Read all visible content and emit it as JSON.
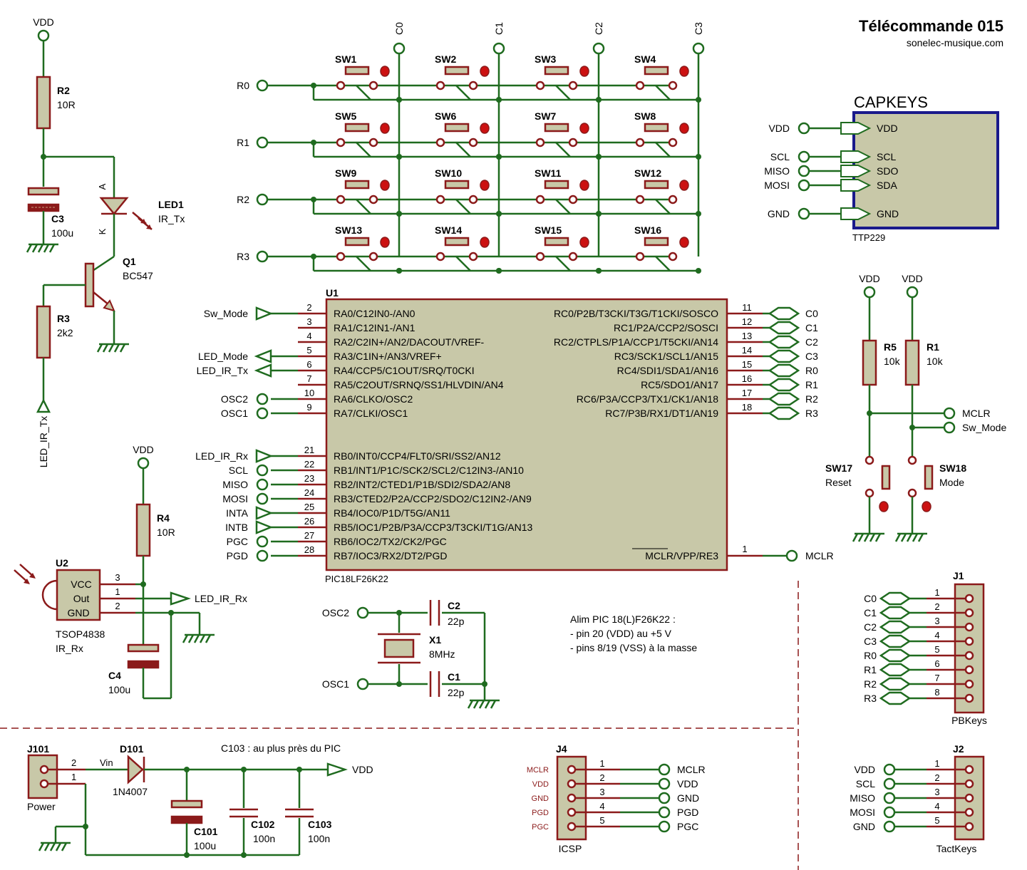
{
  "title": "Télécommande 015",
  "website": "sonelec-musique.com",
  "note_alim": {
    "line1": "Alim PIC 18(L)F26K22 :",
    "line2": "- pin 20 (VDD) au +5 V",
    "line3": "- pins 8/19 (VSS) à la masse"
  },
  "note_c103": "C103 : au plus près du PIC",
  "power": {
    "vdd": "VDD",
    "vin": "Vin",
    "j101": "J101",
    "j101_label": "Power",
    "pin2": "2",
    "pin1": "1",
    "d101": "D101",
    "d101_value": "1N4007",
    "c101": "C101",
    "c101_value": "100u",
    "c102": "C102",
    "c102_value": "100n",
    "c103": "C103",
    "c103_value": "100n"
  },
  "led_tx": {
    "vdd": "VDD",
    "r2": "R2",
    "r2_value": "10R",
    "c3": "C3",
    "c3_value": "100u",
    "led1": "LED1",
    "led1_value": "IR_Tx",
    "anode": "A",
    "cathode": "K",
    "q1": "Q1",
    "q1_value": "BC547",
    "r3": "R3",
    "r3_value": "2k2",
    "net": "LED_IR_Tx"
  },
  "rx": {
    "vdd": "VDD",
    "r4": "R4",
    "r4_value": "10R",
    "u2": "U2",
    "u2_value": "TSOP4838",
    "u2_label": "IR_Rx",
    "pin_vcc": "VCC",
    "pin_out": "Out",
    "pin_gnd": "GND",
    "n3": "3",
    "n1": "1",
    "n2": "2",
    "net": "LED_IR_Rx",
    "c4": "C4",
    "c4_value": "100u"
  },
  "keypad": {
    "columns": [
      "C0",
      "C1",
      "C2",
      "C3"
    ],
    "rows": [
      "R0",
      "R1",
      "R2",
      "R3"
    ],
    "switches": [
      "SW1",
      "SW2",
      "SW3",
      "SW4",
      "SW5",
      "SW6",
      "SW7",
      "SW8",
      "SW9",
      "SW10",
      "SW11",
      "SW12",
      "SW13",
      "SW14",
      "SW15",
      "SW16"
    ]
  },
  "u1": {
    "ref": "U1",
    "value": "PIC18LF26K22",
    "left_pins": [
      {
        "num": "2",
        "name": "RA0/C12IN0-/AN0",
        "net": "Sw_Mode"
      },
      {
        "num": "3",
        "name": "RA1/C12IN1-/AN1",
        "net": ""
      },
      {
        "num": "4",
        "name": "RA2/C2IN+/AN2/DACOUT/VREF-",
        "net": ""
      },
      {
        "num": "5",
        "name": "RA3/C1IN+/AN3/VREF+",
        "net": "LED_Mode"
      },
      {
        "num": "6",
        "name": "RA4/CCP5/C1OUT/SRQ/T0CKI",
        "net": "LED_IR_Tx"
      },
      {
        "num": "7",
        "name": "RA5/C2OUT/SRNQ/SS1/HLVDIN/AN4",
        "net": ""
      },
      {
        "num": "10",
        "name": "RA6/CLKO/OSC2",
        "net": "OSC2"
      },
      {
        "num": "9",
        "name": "RA7/CLKI/OSC1",
        "net": "OSC1"
      },
      {
        "num": "21",
        "name": "RB0/INT0/CCP4/FLT0/SRI/SS2/AN12",
        "net": "LED_IR_Rx"
      },
      {
        "num": "22",
        "name": "RB1/INT1/P1C/SCK2/SCL2/C12IN3-/AN10",
        "net": "SCL"
      },
      {
        "num": "23",
        "name": "RB2/INT2/CTED1/P1B/SDI2/SDA2/AN8",
        "net": "MISO"
      },
      {
        "num": "24",
        "name": "RB3/CTED2/P2A/CCP2/SDO2/C12IN2-/AN9",
        "net": "MOSI"
      },
      {
        "num": "25",
        "name": "RB4/IOC0/P1D/T5G/AN11",
        "net": "INTA"
      },
      {
        "num": "26",
        "name": "RB5/IOC1/P2B/P3A/CCP3/T3CKI/T1G/AN13",
        "net": "INTB"
      },
      {
        "num": "27",
        "name": "RB6/IOC2/TX2/CK2/PGC",
        "net": "PGC"
      },
      {
        "num": "28",
        "name": "RB7/IOC3/RX2/DT2/PGD",
        "net": "PGD"
      }
    ],
    "right_pins": [
      {
        "num": "11",
        "name": "RC0/P2B/T3CKI/T3G/T1CKI/SOSCO",
        "net": "C0"
      },
      {
        "num": "12",
        "name": "RC1/P2A/CCP2/SOSCI",
        "net": "C1"
      },
      {
        "num": "13",
        "name": "RC2/CTPLS/P1A/CCP1/T5CKI/AN14",
        "net": "C2"
      },
      {
        "num": "14",
        "name": "RC3/SCK1/SCL1/AN15",
        "net": "C3"
      },
      {
        "num": "15",
        "name": "RC4/SDI1/SDA1/AN16",
        "net": "R0"
      },
      {
        "num": "16",
        "name": "RC5/SDO1/AN17",
        "net": "R1"
      },
      {
        "num": "17",
        "name": "RC6/P3A/CCP3/TX1/CK1/AN18",
        "net": "R2"
      },
      {
        "num": "18",
        "name": "RC7/P3B/RX1/DT1/AN19",
        "net": "R3"
      }
    ],
    "mclr_pin": {
      "num": "1",
      "name": "MCLR/VPP/RE3",
      "net": "MCLR"
    }
  },
  "osc": {
    "osc2": "OSC2",
    "osc1": "OSC1",
    "c2": "C2",
    "c2_value": "22p",
    "c1": "C1",
    "c1_value": "22p",
    "x1": "X1",
    "x1_value": "8MHz"
  },
  "capkeys": {
    "title": "CAPKEYS",
    "part": "TTP229",
    "pins": [
      {
        "net": "VDD",
        "pin": "VDD"
      },
      {
        "net": "SCL",
        "pin": "SCL"
      },
      {
        "net": "MISO",
        "pin": "SDO"
      },
      {
        "net": "MOSI",
        "pin": "SDA"
      },
      {
        "net": "GND",
        "pin": "GND"
      }
    ]
  },
  "reset": {
    "vdd1": "VDD",
    "vdd2": "VDD",
    "r5": "R5",
    "r5_value": "10k",
    "r1": "R1",
    "r1_value": "10k",
    "mclr": "MCLR",
    "sw_mode": "Sw_Mode",
    "sw17": "SW17",
    "sw17_label": "Reset",
    "sw18": "SW18",
    "sw18_label": "Mode"
  },
  "j1": {
    "ref": "J1",
    "label": "PBKeys",
    "pins": [
      {
        "num": "1",
        "net": "C0"
      },
      {
        "num": "2",
        "net": "C1"
      },
      {
        "num": "3",
        "net": "C2"
      },
      {
        "num": "4",
        "net": "C3"
      },
      {
        "num": "5",
        "net": "R0"
      },
      {
        "num": "6",
        "net": "R1"
      },
      {
        "num": "7",
        "net": "R2"
      },
      {
        "num": "8",
        "net": "R3"
      }
    ]
  },
  "j2": {
    "ref": "J2",
    "label": "TactKeys",
    "pins": [
      {
        "num": "1",
        "net": "VDD"
      },
      {
        "num": "2",
        "net": "SCL"
      },
      {
        "num": "3",
        "net": "MISO"
      },
      {
        "num": "4",
        "net": "MOSI"
      },
      {
        "num": "5",
        "net": "GND"
      }
    ]
  },
  "j4": {
    "ref": "J4",
    "label": "ICSP",
    "pins": [
      {
        "num": "1",
        "net": "MCLR",
        "pinname": "MCLR"
      },
      {
        "num": "2",
        "net": "VDD",
        "pinname": "VDD"
      },
      {
        "num": "3",
        "net": "GND",
        "pinname": "GND"
      },
      {
        "num": "4",
        "net": "PGD",
        "pinname": "PGD"
      },
      {
        "num": "5",
        "net": "PGC",
        "pinname": "PGC"
      }
    ]
  }
}
